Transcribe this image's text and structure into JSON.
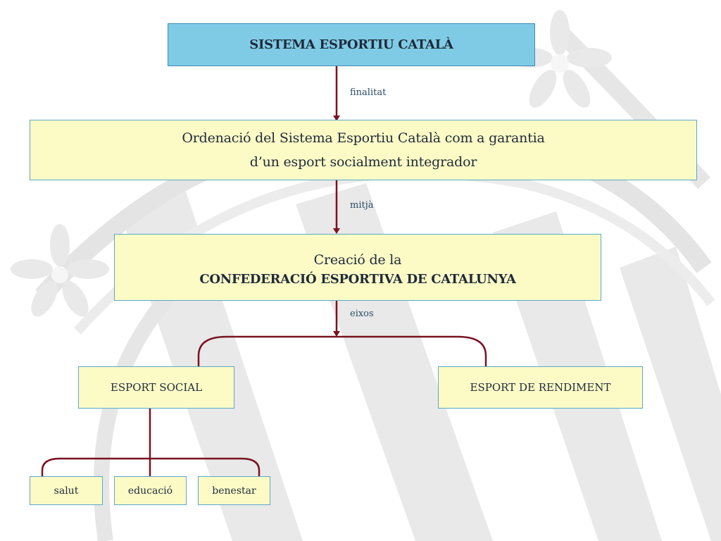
{
  "root": {
    "title": "SISTEMA ESPORTIU CATALÀ"
  },
  "edge_labels": {
    "finalitat": "finalitat",
    "mitja": "mitjà",
    "eixos": "eixos"
  },
  "goal": {
    "line1": "Ordenació del Sistema Esportiu Català com a garantia",
    "line2": "d’un esport socialment integrador"
  },
  "means": {
    "line1": "Creació de la",
    "line2": "CONFEDERACIÓ ESPORTIVA DE CATALUNYA"
  },
  "axes": [
    {
      "label": "ESPORT SOCIAL"
    },
    {
      "label": "ESPORT DE RENDIMENT"
    }
  ],
  "social_children": [
    {
      "label": "salut"
    },
    {
      "label": "educació"
    },
    {
      "label": "benestar"
    }
  ],
  "colors": {
    "connector": "#7a1220",
    "box_fill": "#fcfbc6",
    "title_fill": "#7fcbe6",
    "border": "#5aa9c9"
  }
}
